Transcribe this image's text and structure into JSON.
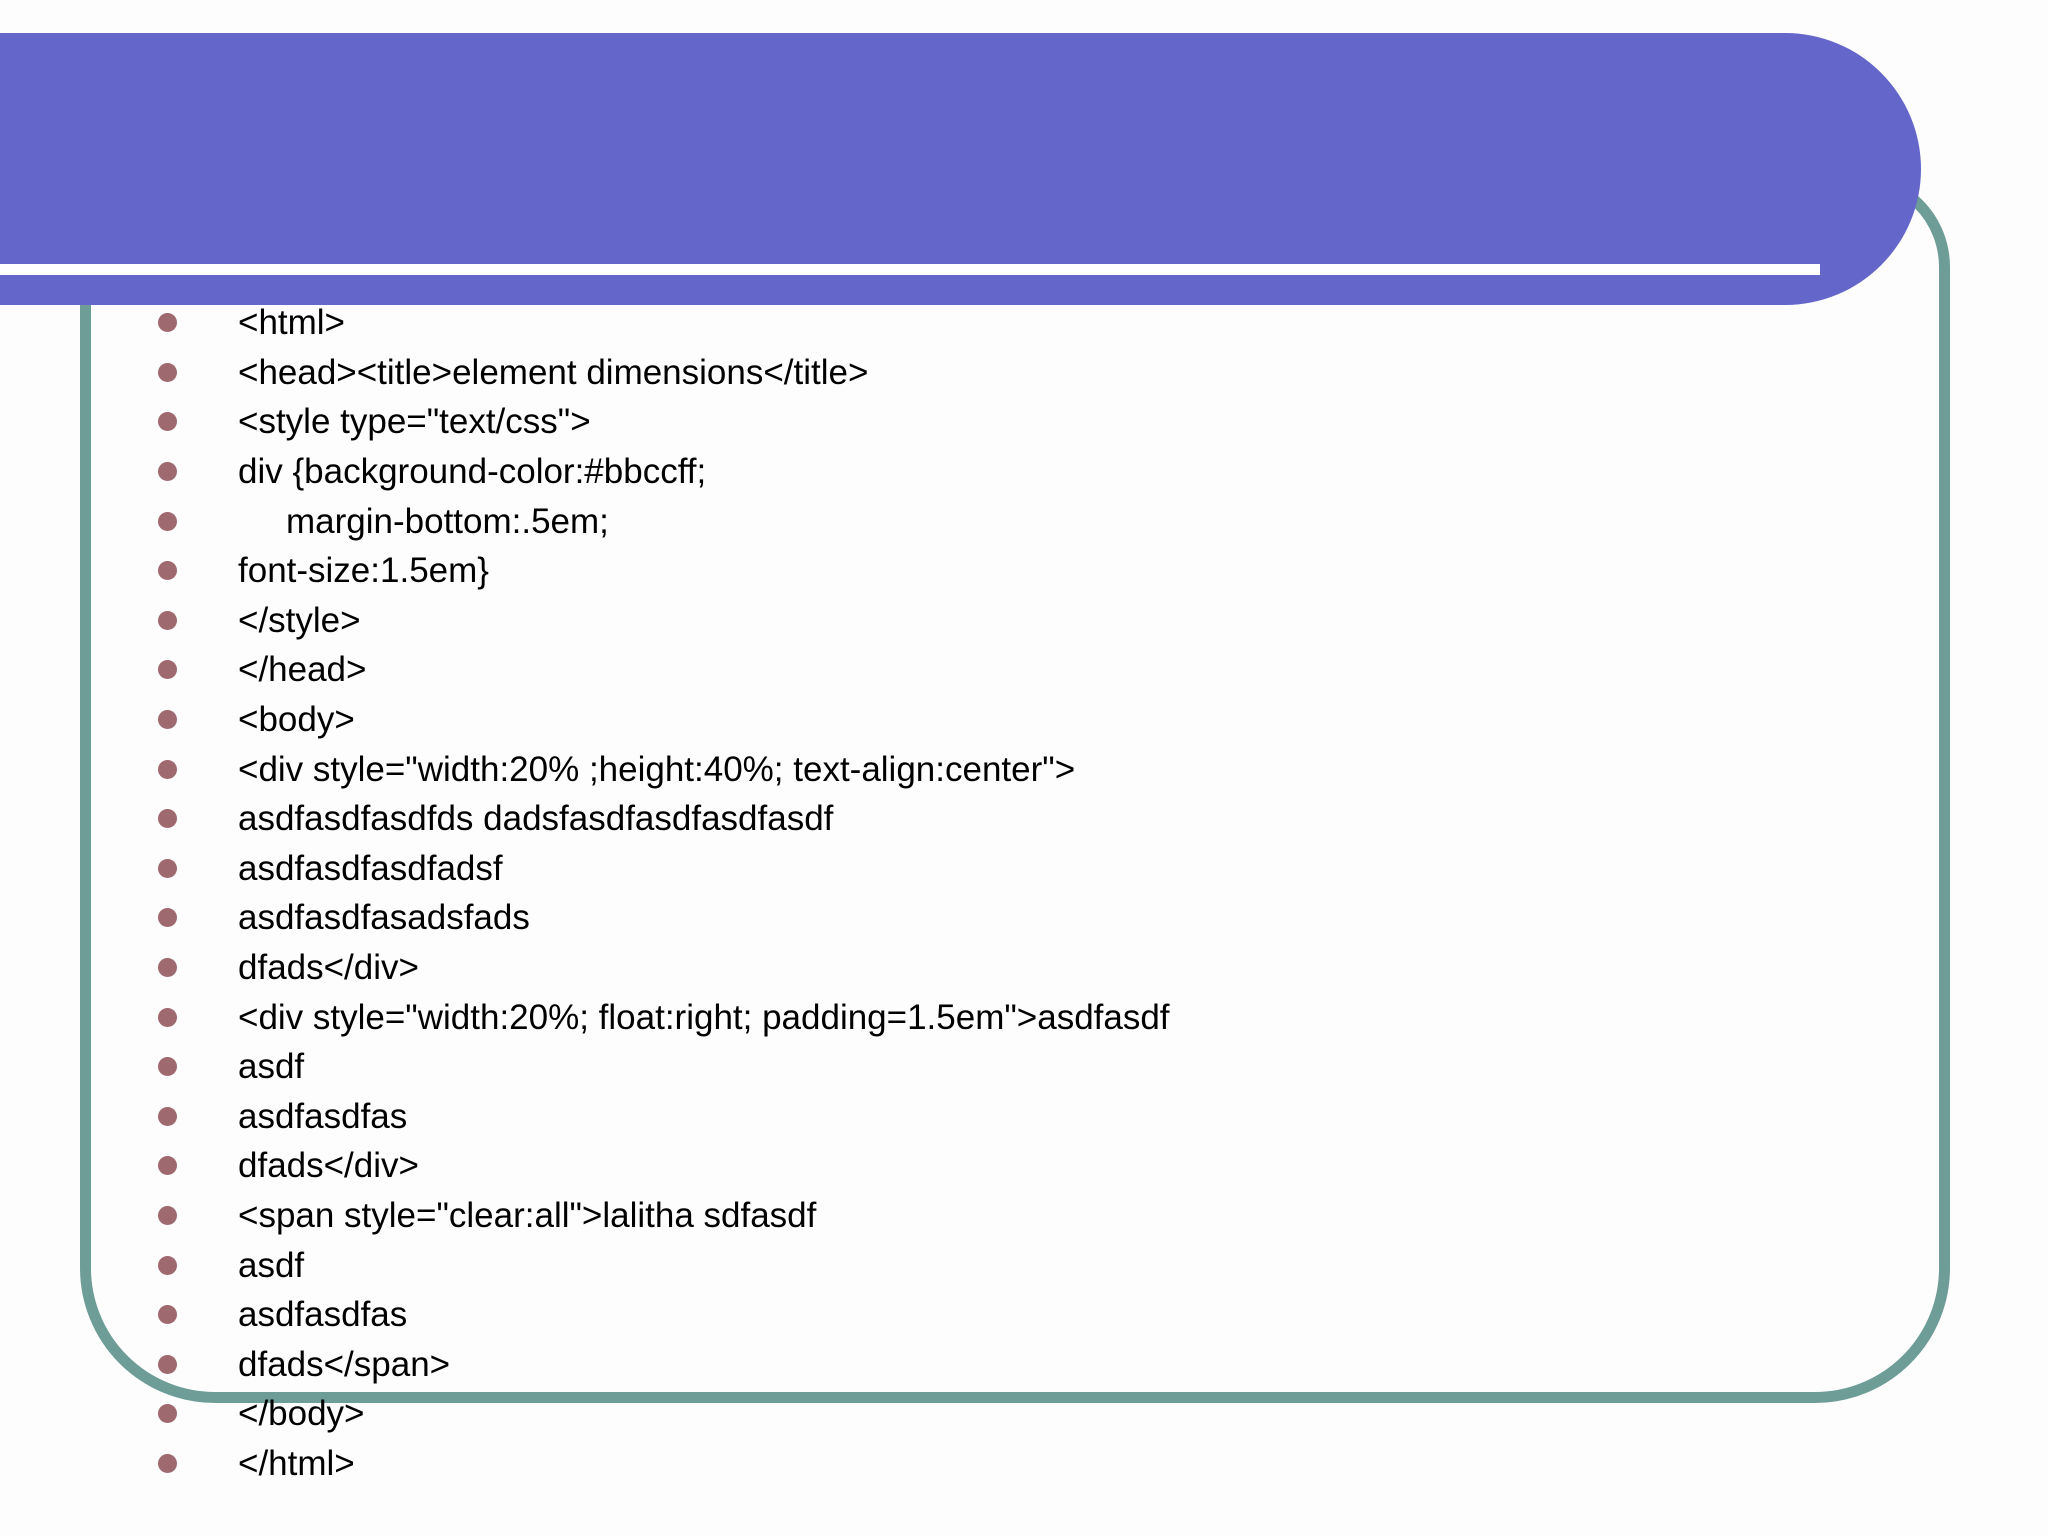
{
  "slide": {
    "background_color": "#FDFDFD",
    "text_color": "#000000",
    "banner": {
      "color": "#6467C9",
      "divider_color": "#FFFFFF",
      "title_text": ""
    },
    "frame": {
      "border_color": "#6E9D98"
    },
    "bullets": {
      "color": "#9F6970",
      "icon": "circle-bullet-icon"
    },
    "lines": [
      {
        "text": "<html>",
        "indent": 0
      },
      {
        "text": "<head><title>element dimensions</title>",
        "indent": 0
      },
      {
        "text": "<style type=\"text/css\">",
        "indent": 0
      },
      {
        "text": "div {background-color:#bbccff;",
        "indent": 0
      },
      {
        "text": "margin-bottom:.5em;",
        "indent": 1
      },
      {
        "text": "font-size:1.5em}",
        "indent": 0
      },
      {
        "text": "</style>",
        "indent": 0
      },
      {
        "text": "</head>",
        "indent": 0
      },
      {
        "text": "<body>",
        "indent": 0
      },
      {
        "text": "<div style=\"width:20% ;height:40%; text-align:center\">",
        "indent": 0
      },
      {
        "text": "asdfasdfasdfds dadsfasdfasdfasdfasdf",
        "indent": 0
      },
      {
        "text": "asdfasdfasdfadsf",
        "indent": 0
      },
      {
        "text": "asdfasdfasadsfads",
        "indent": 0
      },
      {
        "text": "dfads</div>",
        "indent": 0
      },
      {
        "text": "<div style=\"width:20%; float:right; padding=1.5em\">asdfasdf",
        "indent": 0
      },
      {
        "text": "asdf",
        "indent": 0
      },
      {
        "text": "asdfasdfas",
        "indent": 0
      },
      {
        "text": "dfads</div>",
        "indent": 0
      },
      {
        "text": "<span style=\"clear:all\">lalitha sdfasdf",
        "indent": 0
      },
      {
        "text": "asdf",
        "indent": 0
      },
      {
        "text": "asdfasdfas",
        "indent": 0
      },
      {
        "text": "dfads</span>",
        "indent": 0
      },
      {
        "text": "</body>",
        "indent": 0
      },
      {
        "text": "</html>",
        "indent": 0
      }
    ]
  }
}
